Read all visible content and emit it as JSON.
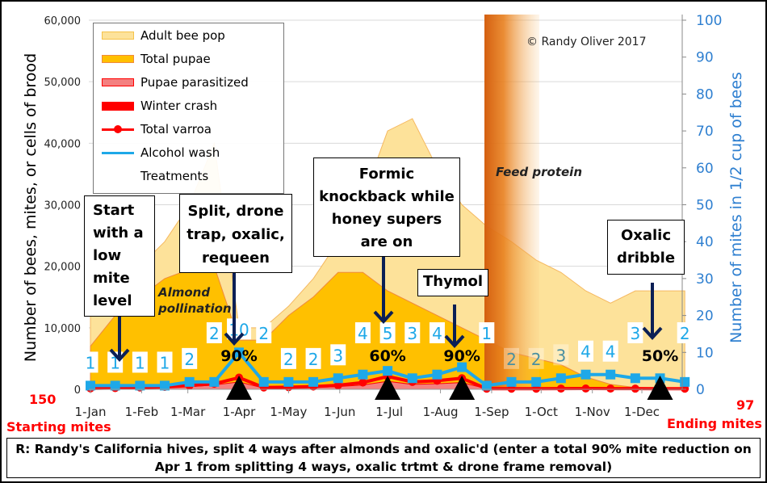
{
  "chart_data": {
    "type": "area",
    "title": "",
    "ylabel": "Number of bees, mites, or cells of brood",
    "y2label": "Number of mites in 1/2 cup of bees",
    "ylim": [
      0,
      60000
    ],
    "y2lim": [
      0,
      100
    ],
    "yticks": [
      "0",
      "10,000",
      "20,000",
      "30,000",
      "40,000",
      "50,000",
      "60,000"
    ],
    "y2ticks": [
      "0",
      "10",
      "20",
      "30",
      "40",
      "50",
      "60",
      "70",
      "80",
      "90",
      "100"
    ],
    "xticks": [
      "1-Jan",
      "1-Feb",
      "1-Mar",
      "1-Apr",
      "1-May",
      "1-Jun",
      "1-Jul",
      "1-Aug",
      "1-Sep",
      "1-Oct",
      "1-Nov",
      "1-Dec"
    ],
    "grid": true,
    "legend_placement": "top-left",
    "x": [
      "1-Jan",
      "16-Jan",
      "31-Jan",
      "15-Feb",
      "2-Mar",
      "17-Mar",
      "1-Apr",
      "16-Apr",
      "1-May",
      "16-May",
      "31-May",
      "15-Jun",
      "30-Jun",
      "15-Jul",
      "30-Jul",
      "14-Aug",
      "29-Aug",
      "13-Sep",
      "28-Sep",
      "13-Oct",
      "28-Oct",
      "12-Nov",
      "27-Nov",
      "12-Dec",
      "27-Dec"
    ],
    "series": [
      {
        "name": "Adult bee pop",
        "type": "area",
        "axis": "left",
        "color": "#fde29a",
        "values": [
          16000,
          16000,
          20000,
          24000,
          30000,
          40000,
          10000,
          10000,
          13500,
          18000,
          24000,
          31000,
          42000,
          44000,
          36000,
          30000,
          26500,
          24000,
          21000,
          19000,
          16000,
          14000,
          16000,
          16000,
          16000
        ]
      },
      {
        "name": "Total pupae",
        "type": "area",
        "axis": "left",
        "color": "#ffc000",
        "values": [
          7000,
          12000,
          15000,
          18000,
          19500,
          20000,
          8000,
          8000,
          12000,
          15000,
          19000,
          19000,
          16000,
          14000,
          12000,
          10000,
          8000,
          6000,
          5000,
          4000,
          2000,
          800,
          300,
          200,
          100
        ]
      },
      {
        "name": "Pupae parasitized",
        "type": "area",
        "axis": "left",
        "color": "#f08080",
        "values": [
          100,
          150,
          200,
          300,
          450,
          700,
          1200,
          200,
          250,
          300,
          450,
          700,
          1300,
          800,
          900,
          1100,
          100,
          80,
          60,
          50,
          40,
          30,
          20,
          20,
          10
        ]
      },
      {
        "name": "Winter crash",
        "type": "area",
        "axis": "left",
        "color": "#ff0000",
        "values": [
          0,
          0,
          0,
          0,
          0,
          0,
          0,
          0,
          0,
          0,
          0,
          0,
          0,
          0,
          0,
          0,
          0,
          0,
          0,
          0,
          0,
          0,
          0,
          0,
          0
        ]
      },
      {
        "name": "Total varroa",
        "type": "line",
        "axis": "left",
        "color": "#ff0000",
        "values": [
          150,
          200,
          300,
          400,
          600,
          900,
          1900,
          300,
          350,
          450,
          650,
          1100,
          2100,
          1200,
          1400,
          1800,
          100,
          100,
          100,
          120,
          130,
          120,
          110,
          100,
          97
        ]
      },
      {
        "name": "Alcohol wash",
        "type": "line",
        "axis": "right",
        "color": "#1ea8e8",
        "values": [
          1,
          1,
          1,
          1,
          2,
          2,
          10,
          2,
          2,
          2,
          3,
          4,
          5,
          3,
          4,
          6,
          1,
          2,
          2,
          3,
          4,
          4,
          3,
          3,
          2
        ],
        "labels": [
          "1",
          "1",
          "1",
          "1",
          "2",
          "2",
          "10",
          "2",
          "2",
          "2",
          "3",
          "4",
          "5",
          "3",
          "4",
          "",
          "1",
          "2",
          "2",
          "3",
          "4",
          "4",
          "3",
          "",
          "2"
        ]
      }
    ],
    "legend": [
      "Adult bee pop",
      "Total pupae",
      "Pupae parasitized",
      "Winter crash",
      "Total varroa",
      "Alcohol wash",
      "Treatments"
    ],
    "treatments": [
      {
        "date": "1-Apr",
        "label": "90%"
      },
      {
        "date": "30-Jun",
        "label": "60%"
      },
      {
        "date": "14-Aug",
        "label": "90%"
      },
      {
        "date": "12-Dec",
        "label": "50%"
      }
    ],
    "annotations": {
      "start": "Start with a low mite level",
      "split": "Split, drone trap, oxalic, requeen",
      "formic": "Formic knockback while honey supers are on",
      "thymol": "Thymol",
      "oxalic": "Oxalic dribble",
      "almond": "Almond pollination",
      "feed": "Feed protein",
      "copyright": "© Randy Oliver  2017",
      "start_value": "150",
      "start_label": "Starting mites",
      "end_value": "97",
      "end_label": "Ending mites"
    },
    "caption": "R: Randy's California hives, split 4 ways after almonds and oxalic'd (enter a total 90% mite reduction on Apr 1 from splitting 4 ways, oxalic trtmt & drone frame removal)"
  }
}
